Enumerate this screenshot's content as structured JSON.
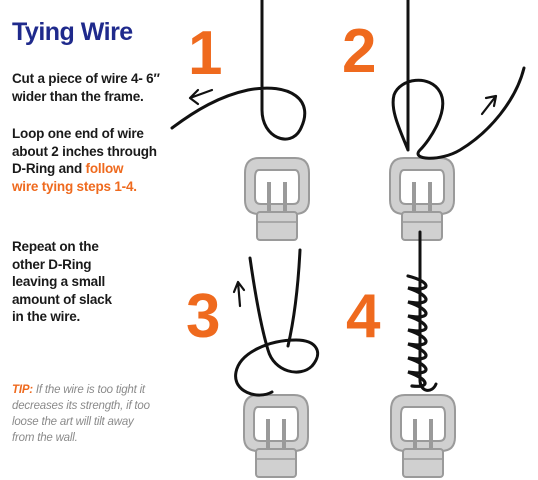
{
  "title": "Tying Wire",
  "instructions": {
    "line1": "Cut a piece of wire 4- 6″",
    "line2": "wider than the frame.",
    "p2_line1": "Loop one end of wire",
    "p2_line2": "about 2 inches through",
    "p2_line3_plain": "D-Ring and ",
    "p2_line3_highlight": "follow",
    "p2_line4_highlight": "wire tying steps 1-4.",
    "p3_line1": "Repeat on the",
    "p3_line2": "other D-Ring",
    "p3_line3": "leaving a small",
    "p3_line4": "amount of slack",
    "p3_line5": "in the wire."
  },
  "tip": {
    "label": "TIP:",
    "line1": "If the wire is too tight it",
    "line2": "decreases its strength, if too",
    "line3": "loose the art will tilt away",
    "line4": "from the wall."
  },
  "steps": [
    "1",
    "2",
    "3",
    "4"
  ],
  "colors": {
    "title": "#1f2a8c",
    "accent": "#ef6a1e",
    "body_text": "#1a1a1a",
    "tip_text": "#8a8a8a",
    "wire": "#111111",
    "ring_fill": "#d0d0d0",
    "ring_stroke": "#9a9a9a"
  }
}
